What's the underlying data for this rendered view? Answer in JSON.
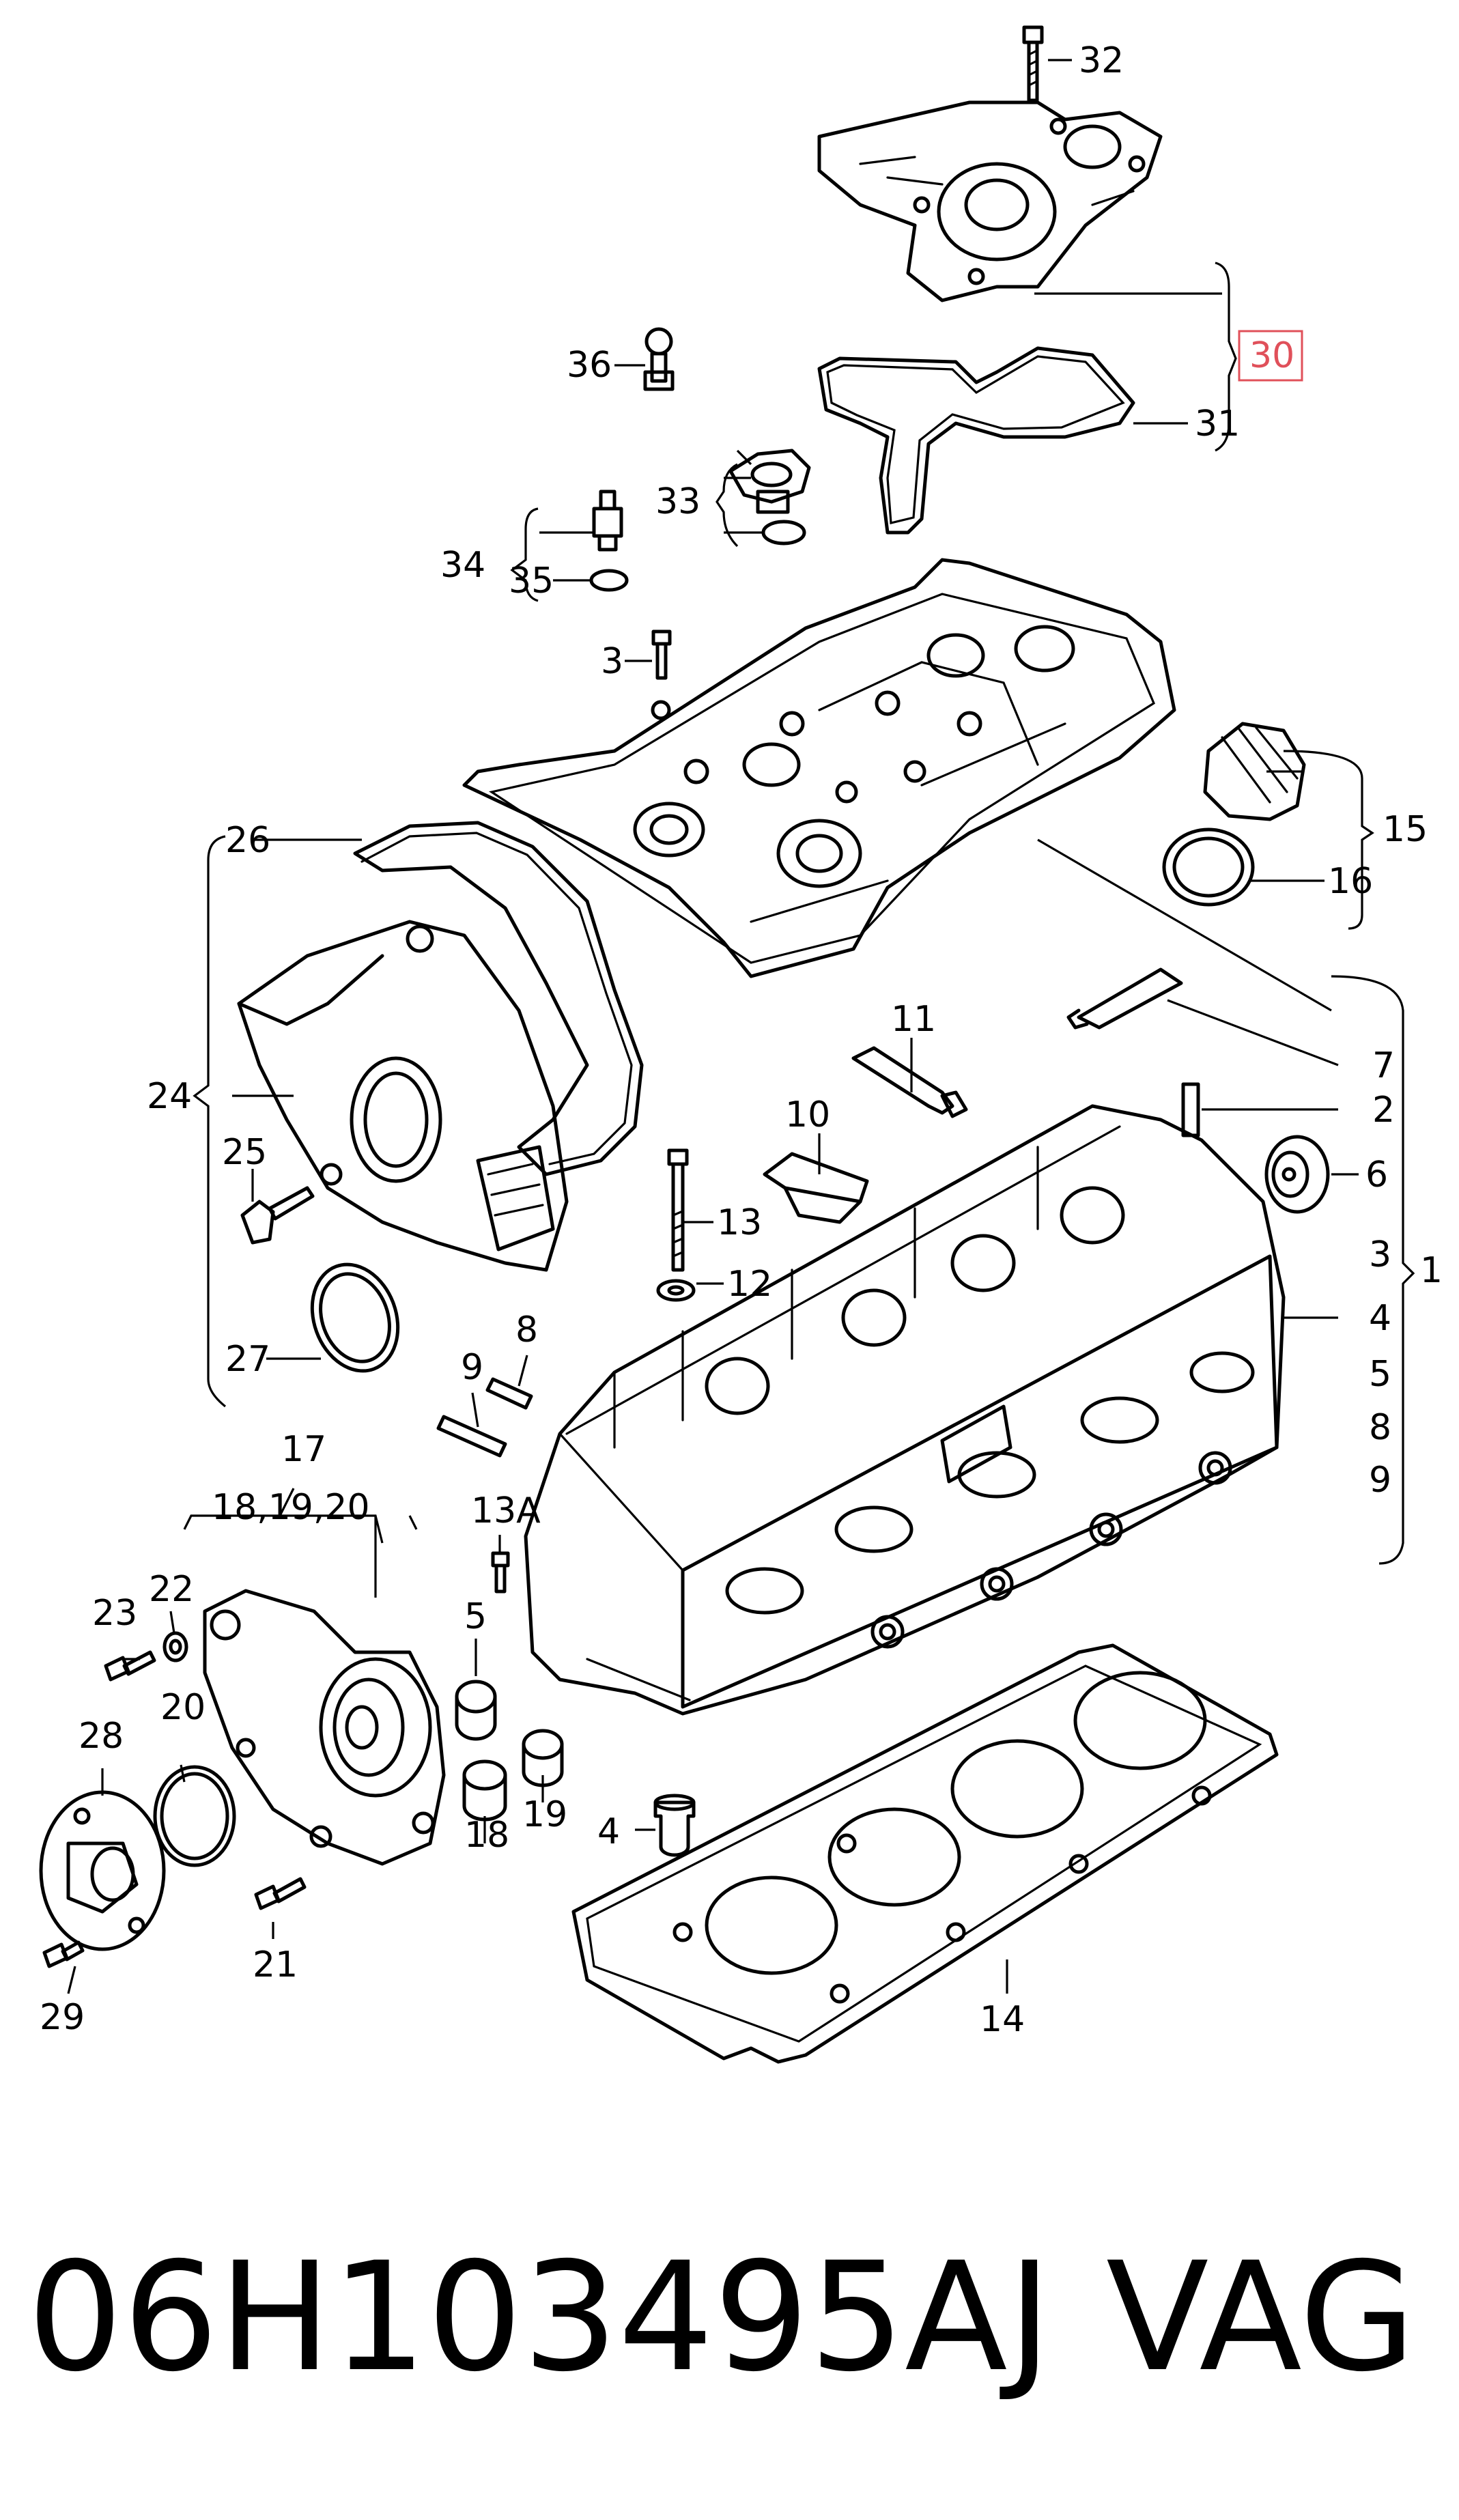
{
  "diagram": {
    "labels": {
      "p1": "1",
      "p2": "2",
      "p3a": "3",
      "p3b": "3",
      "p4a": "4",
      "p4b": "4",
      "p5a": "5",
      "p5b": "5",
      "p6": "6",
      "p7": "7",
      "p8a": "8",
      "p8b": "8",
      "p9a": "9",
      "p9b": "9",
      "p10": "10",
      "p11": "11",
      "p12": "12",
      "p13": "13",
      "p13a": "13A",
      "p14": "14",
      "p15": "15",
      "p16": "16",
      "p17": "17",
      "p17sub": "18,19,20",
      "p18": "18",
      "p19": "19",
      "p20": "20",
      "p21": "21",
      "p22": "22",
      "p23": "23",
      "p24": "24",
      "p25": "25",
      "p26": "26",
      "p27": "27",
      "p28": "28",
      "p29": "29",
      "p30": "30",
      "p31": "31",
      "p32": "32",
      "p33": "33",
      "p34": "34",
      "p35": "35",
      "p36": "36"
    },
    "highlight_color": "#e0505a"
  },
  "caption": {
    "part_number": "06H103495AJ",
    "brand": "VAG"
  }
}
